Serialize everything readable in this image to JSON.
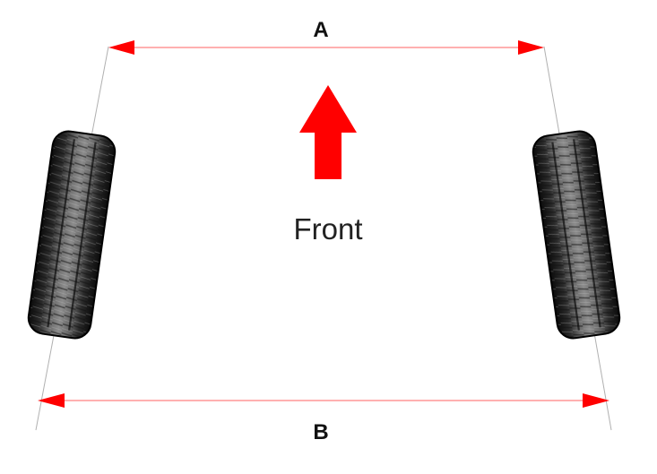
{
  "labels": {
    "top_dimension": "A",
    "bottom_dimension": "B",
    "direction": "Front"
  },
  "colors": {
    "arrow": "#ff0000",
    "dimension_line": "#ff8080",
    "guide_line": "#b0b0b0",
    "tire_dark": "#1a1a1a",
    "tire_light": "#9a9a9a"
  },
  "icons": {
    "direction_arrow": "arrow-up-icon",
    "left_wheel": "tire-icon",
    "right_wheel": "tire-icon"
  }
}
